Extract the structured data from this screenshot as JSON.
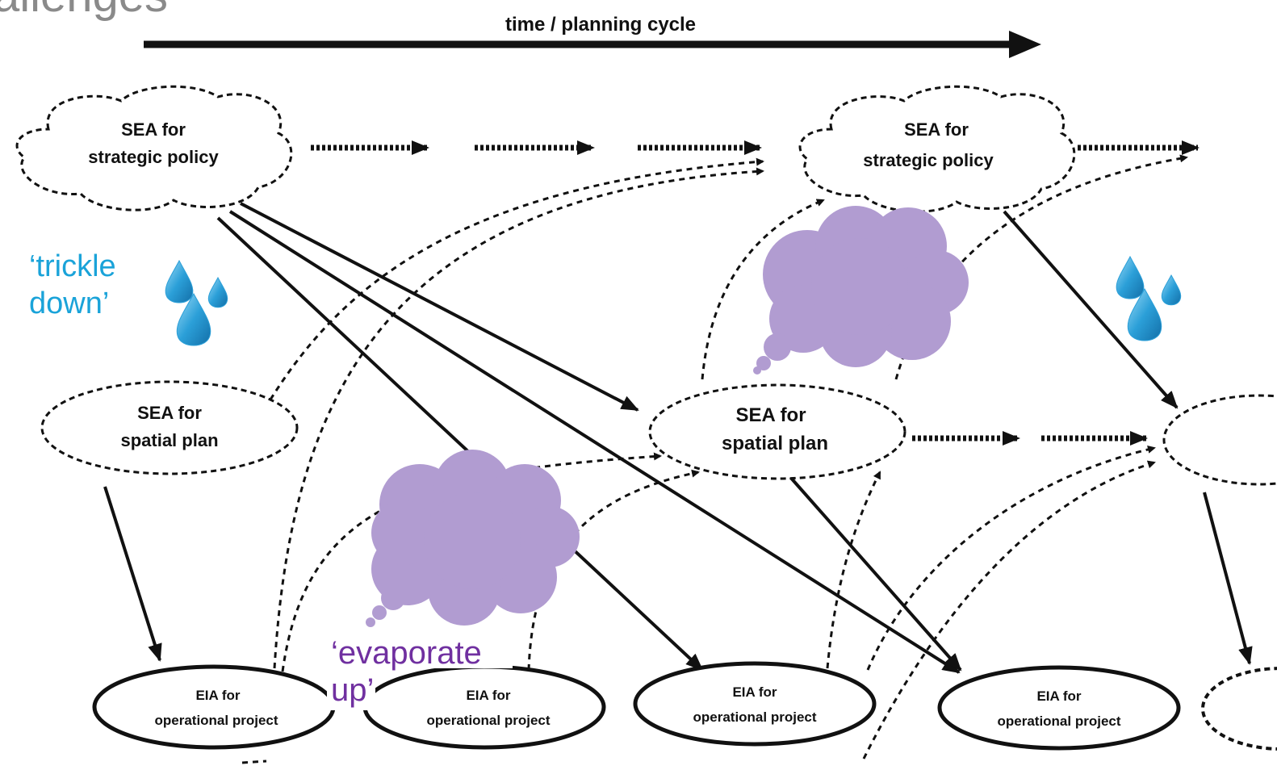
{
  "title_fragment": "allenges",
  "axis": {
    "label": "time / planning cycle"
  },
  "nodes": {
    "sea_policy": {
      "line1": "SEA for",
      "line2": "strategic policy"
    },
    "sea_plan": {
      "line1": "SEA for",
      "line2": "spatial plan"
    },
    "eia": {
      "line1": "EIA for",
      "line2": "operational project"
    }
  },
  "annotations": {
    "trickle_down": {
      "line1": "‘trickle",
      "line2": "down’",
      "color": "#1aa3d9"
    },
    "evaporate_up": {
      "line1": "‘evaporate",
      "line2": "up’",
      "color": "#7030a0"
    }
  },
  "colors": {
    "thought_cloud": "#b19cd1",
    "water_drop": "#2b9fd8",
    "ink": "#111111"
  },
  "icons": [
    "water-drop-icon",
    "thought-cloud-icon"
  ]
}
